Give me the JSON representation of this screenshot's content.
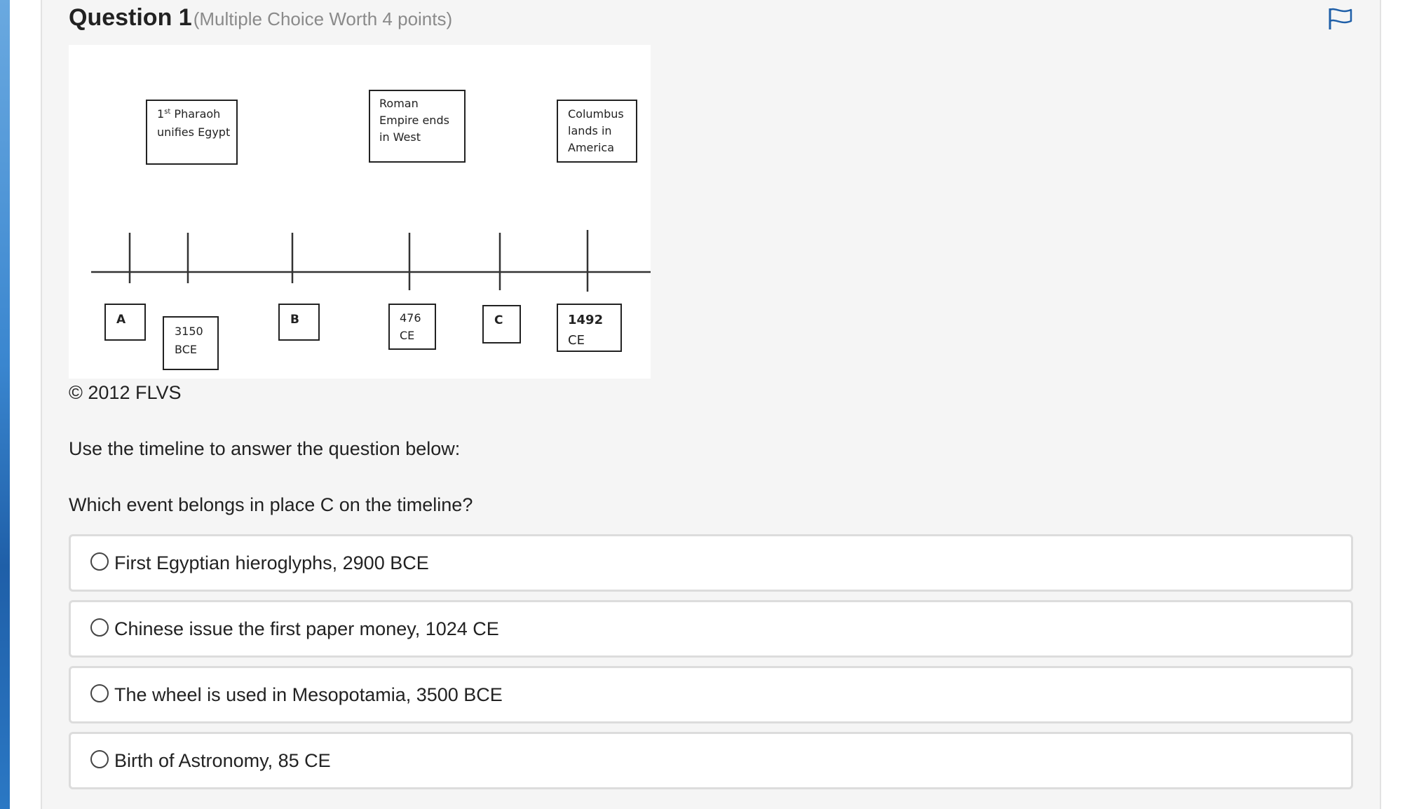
{
  "question": {
    "title": "Question 1",
    "meta": "(Multiple Choice Worth 4 points)"
  },
  "flag": {
    "icon": "flag-icon"
  },
  "timeline": {
    "top_labels": {
      "pharaoh_line1": "1",
      "pharaoh_sup": "st",
      "pharaoh_line1b": " Pharaoh",
      "pharaoh_line2": "unifies Egypt",
      "rome_line1": "Roman",
      "rome_line2": "Empire ends",
      "rome_line3": "in West",
      "columbus_line1": "Columbus",
      "columbus_line2": "lands in",
      "columbus_line3": "America"
    },
    "bottom_labels": {
      "a": "A",
      "bce_3150_line1": "3150",
      "bce_3150_line2": "BCE",
      "b": "B",
      "ce_476_line1": "476",
      "ce_476_line2": "CE",
      "c": "C",
      "ce_1492_line1": "1492",
      "ce_1492_line2": "CE"
    }
  },
  "copyright": "© 2012 FLVS",
  "instruction": "Use the timeline to answer the question below:",
  "prompt": "Which event belongs in place C on the timeline?",
  "choices": [
    {
      "label": "First Egyptian hieroglyphs, 2900 BCE"
    },
    {
      "label": "Chinese issue the first paper money, 1024 CE"
    },
    {
      "label": "The wheel is used in Mesopotamia, 3500 BCE"
    },
    {
      "label": "Birth of Astronomy, 85 CE"
    }
  ],
  "colors": {
    "flag": "#1f5fa8",
    "panel_bg": "#f5f5f5",
    "meta_text": "#8a8a8a"
  }
}
